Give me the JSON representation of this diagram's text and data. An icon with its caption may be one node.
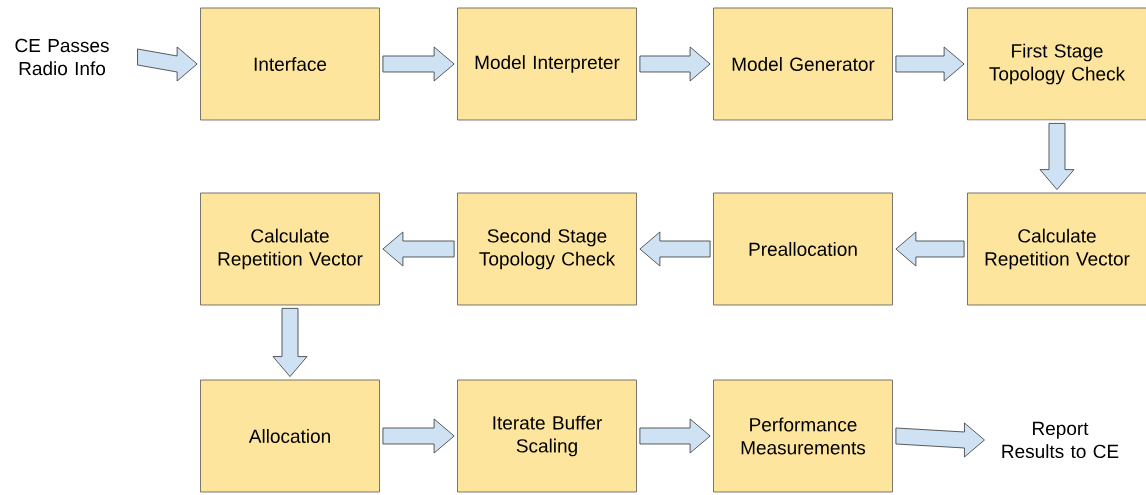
{
  "diagram": {
    "nodes": [
      {
        "text": [
          "CE Passes Radio Info"
        ]
      },
      {
        "text": [
          "Interface"
        ]
      },
      {
        "text": [
          "Model Interpreter"
        ]
      },
      {
        "text": [
          "Model Generator"
        ]
      },
      {
        "text": [
          "First Stage Topology Check"
        ]
      },
      {
        "text": [
          "Calculate Repetition Vector"
        ]
      },
      {
        "text": [
          "Preallocation"
        ]
      },
      {
        "text": [
          "Second Stage Topology Check"
        ]
      },
      {
        "text": [
          "Calculate Repetition Vector"
        ]
      },
      {
        "text": [
          "Allocation"
        ]
      },
      {
        "text": [
          "Iterate Buffer Scaling"
        ]
      },
      {
        "text": [
          "Performance Measurements"
        ]
      },
      {
        "text": [
          "Report Results to CE"
        ]
      }
    ],
    "edges": [
      {
        "from": 0,
        "to": 1,
        "arrow": "to"
      },
      {
        "from": 1,
        "to": 2,
        "arrow": "to"
      },
      {
        "from": 2,
        "to": 3,
        "arrow": "to"
      },
      {
        "from": 3,
        "to": 4,
        "arrow": "to"
      },
      {
        "from": 4,
        "to": 5,
        "arrow": "to"
      },
      {
        "from": 5,
        "to": 6,
        "arrow": "to"
      },
      {
        "from": 6,
        "to": 7,
        "arrow": "to"
      },
      {
        "from": 7,
        "to": 8,
        "arrow": "to"
      },
      {
        "from": 8,
        "to": 9,
        "arrow": "to"
      },
      {
        "from": 9,
        "to": 10,
        "arrow": "to"
      },
      {
        "from": 10,
        "to": 11,
        "arrow": "to"
      },
      {
        "from": 11,
        "to": 12,
        "arrow": "to"
      }
    ]
  }
}
